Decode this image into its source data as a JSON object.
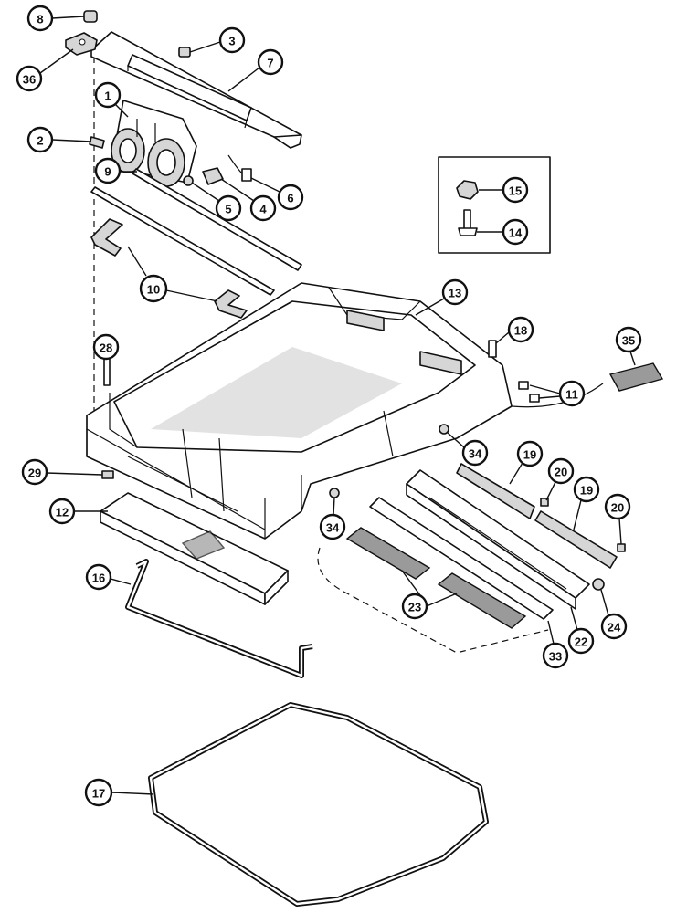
{
  "callouts": [
    {
      "id": "c8",
      "label": "8"
    },
    {
      "id": "c36",
      "label": "36"
    },
    {
      "id": "c3",
      "label": "3"
    },
    {
      "id": "c7",
      "label": "7"
    },
    {
      "id": "c1",
      "label": "1"
    },
    {
      "id": "c2",
      "label": "2"
    },
    {
      "id": "c9",
      "label": "9"
    },
    {
      "id": "c5",
      "label": "5"
    },
    {
      "id": "c4",
      "label": "4"
    },
    {
      "id": "c6",
      "label": "6"
    },
    {
      "id": "c15",
      "label": "15"
    },
    {
      "id": "c14",
      "label": "14"
    },
    {
      "id": "c10",
      "label": "10"
    },
    {
      "id": "c13",
      "label": "13"
    },
    {
      "id": "c18",
      "label": "18"
    },
    {
      "id": "c35",
      "label": "35"
    },
    {
      "id": "c28",
      "label": "28"
    },
    {
      "id": "c11",
      "label": "11"
    },
    {
      "id": "c34a",
      "label": "34"
    },
    {
      "id": "c19a",
      "label": "19"
    },
    {
      "id": "c20a",
      "label": "20"
    },
    {
      "id": "c19b",
      "label": "19"
    },
    {
      "id": "c29",
      "label": "29"
    },
    {
      "id": "c20b",
      "label": "20"
    },
    {
      "id": "c12",
      "label": "12"
    },
    {
      "id": "c34b",
      "label": "34"
    },
    {
      "id": "c16",
      "label": "16"
    },
    {
      "id": "c24",
      "label": "24"
    },
    {
      "id": "c23",
      "label": "23"
    },
    {
      "id": "c22",
      "label": "22"
    },
    {
      "id": "c33",
      "label": "33"
    },
    {
      "id": "c17",
      "label": "17"
    }
  ]
}
